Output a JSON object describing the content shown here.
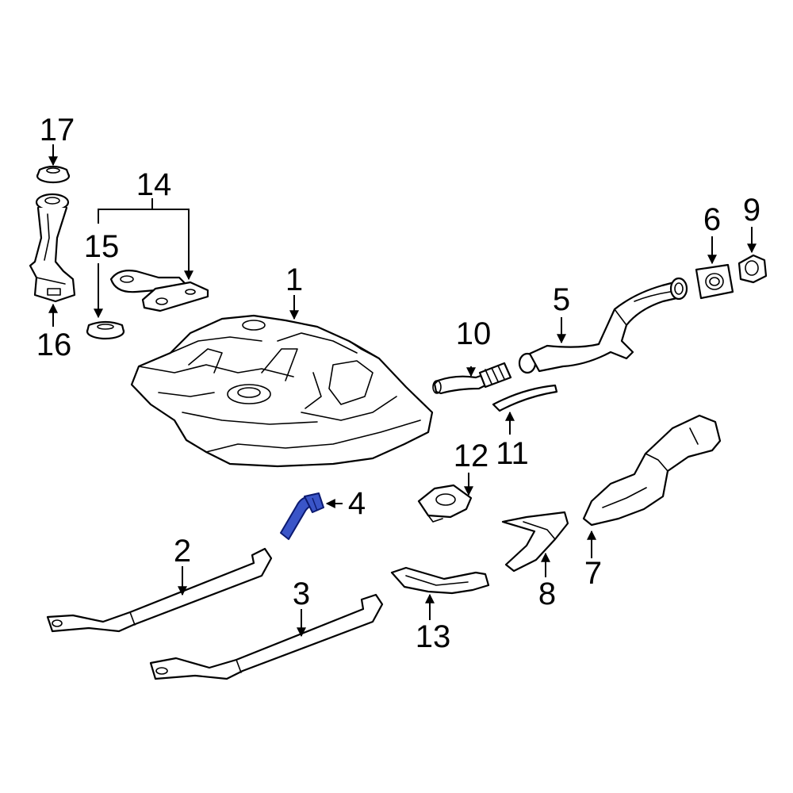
{
  "highlight_color": "#3a55c8",
  "callouts": [
    {
      "id": "1",
      "label": "1"
    },
    {
      "id": "2",
      "label": "2"
    },
    {
      "id": "3",
      "label": "3"
    },
    {
      "id": "4",
      "label": "4"
    },
    {
      "id": "5",
      "label": "5"
    },
    {
      "id": "6",
      "label": "6"
    },
    {
      "id": "7",
      "label": "7"
    },
    {
      "id": "8",
      "label": "8"
    },
    {
      "id": "9",
      "label": "9"
    },
    {
      "id": "10",
      "label": "10"
    },
    {
      "id": "11",
      "label": "11"
    },
    {
      "id": "12",
      "label": "12"
    },
    {
      "id": "13",
      "label": "13"
    },
    {
      "id": "14",
      "label": "14"
    },
    {
      "id": "15",
      "label": "15"
    },
    {
      "id": "16",
      "label": "16"
    },
    {
      "id": "17",
      "label": "17"
    }
  ]
}
